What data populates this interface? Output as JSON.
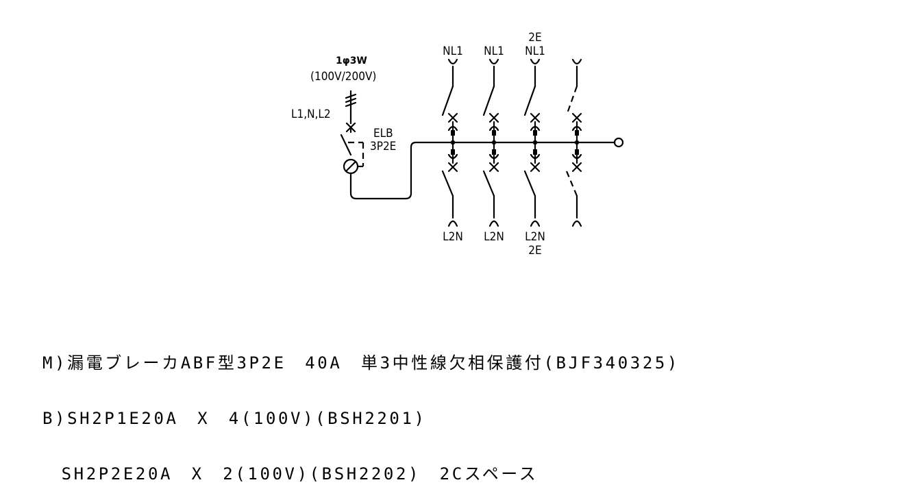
{
  "diagram": {
    "supply": {
      "phase_label": "1φ3W",
      "voltage_label": "(100V/200V)",
      "conductors_label": "L1,N,L2"
    },
    "main_breaker": {
      "type_label": "ELB",
      "poles_label": "3P2E"
    },
    "branches": [
      {
        "top_label": "NL1",
        "top_extra": "",
        "bottom_label": "L2N",
        "bottom_extra": "",
        "spare": false
      },
      {
        "top_label": "NL1",
        "top_extra": "",
        "bottom_label": "L2N",
        "bottom_extra": "",
        "spare": false
      },
      {
        "top_label": "NL1",
        "top_extra": "2E",
        "bottom_label": "L2N",
        "bottom_extra": "2E",
        "spare": false
      },
      {
        "top_label": "",
        "top_extra": "",
        "bottom_label": "",
        "bottom_extra": "",
        "spare": true
      }
    ]
  },
  "notes": [
    "M)漏電ブレーカABF型3P2E　40A　単3中性線欠相保護付(BJF340325)",
    "B)SH2P1E20A　X　4(100V)(BSH2201)",
    "　SH2P2E20A　X　2(100V)(BSH2202)　2Cスペース"
  ]
}
